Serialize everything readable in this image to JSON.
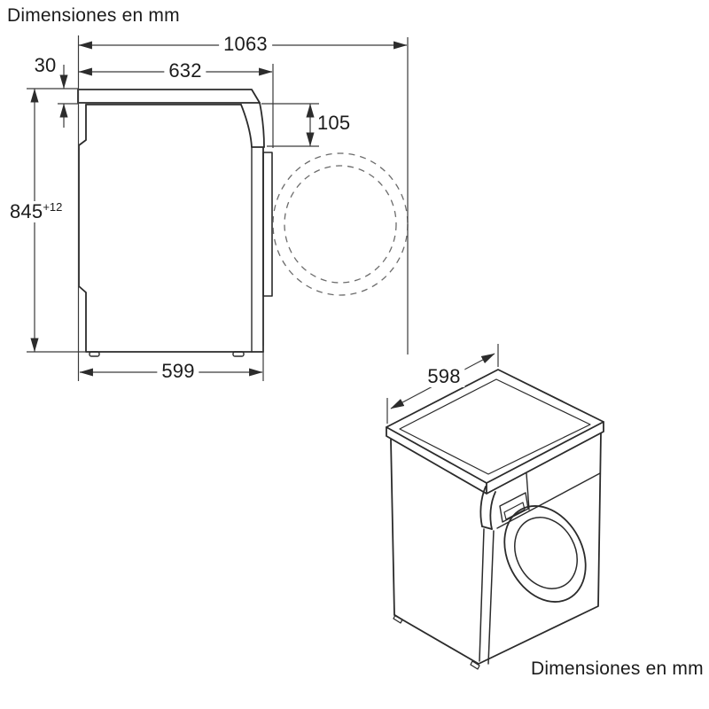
{
  "title": "Dimensiones en mm",
  "footer_caption": "Dimensiones en mm",
  "side_view": {
    "depth_total_door_open_mm": "1063",
    "depth_top_mm": "632",
    "top_gap_mm": "30",
    "height_mm": "845",
    "height_tolerance": "+12",
    "door_swing_offset_mm": "105",
    "depth_body_mm": "599"
  },
  "front_view": {
    "width_mm": "598"
  },
  "colors": {
    "outline": "#2b2b2b",
    "dimension_line": "#3a3a3a",
    "door_swing_dashed": "#6b6b6b",
    "text": "#1b1b1b",
    "background": "#ffffff"
  }
}
